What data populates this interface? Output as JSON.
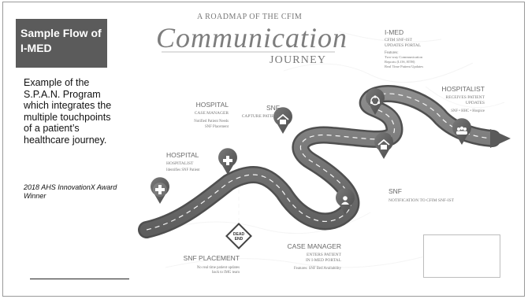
{
  "sidebar": {
    "title": "Sample Flow of I-MED",
    "description": "Example of the S.P.A.N. Program which integrates the multiple touchpoints of a patient’s healthcare journey.",
    "award": "2018 AHS InnovationX Award Winner"
  },
  "header": {
    "kicker": "A ROADMAP OF THE CFIM",
    "title": "Communication",
    "subtitle": "JOURNEY"
  },
  "stops": {
    "hospital_hospitalist": {
      "title": "HOSPITAL",
      "role": "HOSPITALIST",
      "detail": "Identifies SNF Patient"
    },
    "hospital_case_manager": {
      "title": "HOSPITAL",
      "role": "CASE MANAGER",
      "detail1": "Notified Patient Needs",
      "detail2": "SNF Placement"
    },
    "snf_capture": {
      "title": "SNF",
      "role": "CAPTURE PATIENT"
    },
    "imed": {
      "title": "I-MED",
      "role1": "CFIM SNF-IST",
      "role2": "UPDATES PORTAL",
      "features_label": "Features:",
      "feature1": "Two-way Communication",
      "feature2": "Reports (LOS, RTH)",
      "feature3": "Real Time Patient Updates"
    },
    "hospitalist_receives": {
      "title": "HOSPITALIST",
      "role1": "RECEIVES PATIENT",
      "role2": "UPDATES",
      "detail": "SNF • HHC • Hospice"
    },
    "snf_notification": {
      "title": "SNF",
      "role": "NOTIFICATION TO CFIM SNF-IST"
    },
    "case_manager_enters": {
      "title": "CASE MANAGER",
      "role1": "ENTERS PATIENT",
      "role2": "IN I-MED PORTAL",
      "detail": "Features: SNF Bed Availability"
    },
    "snf_placement": {
      "title": "SNF PLACEMENT",
      "detail1": "No real time patient updates",
      "detail2": "back to IMG team"
    }
  },
  "road_sign": {
    "line1": "DEAD",
    "line2": "END"
  },
  "icons": {
    "hospital_pin": "medical-cross-icon",
    "snf_pin": "home-icon",
    "imed_pin": "network-icon",
    "case_manager_pin": "person-icon",
    "hospitalist_pin": "group-icon"
  }
}
